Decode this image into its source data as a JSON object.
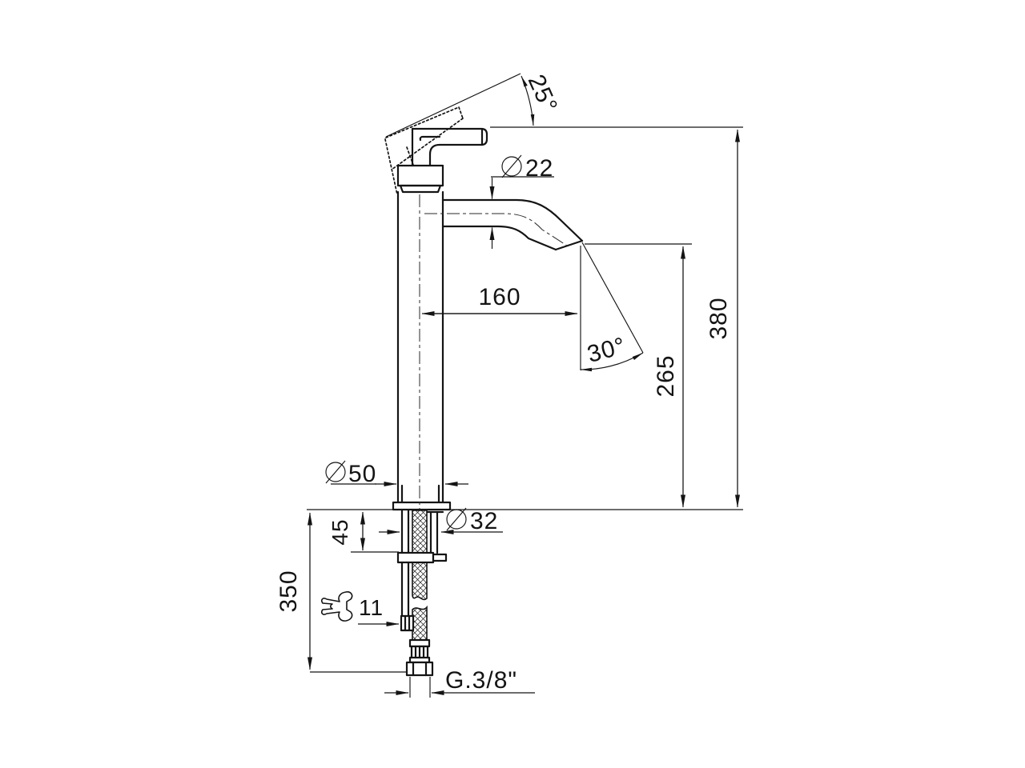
{
  "colors": {
    "line": "#141414",
    "background": "#ffffff"
  },
  "dimensions": {
    "handle_angle": "25°",
    "spout_diameter": {
      "symbol": "⌀",
      "value": "22"
    },
    "spout_reach": "160",
    "outlet_angle": "30°",
    "outlet_height": "265",
    "total_height": "380",
    "body_diameter": {
      "symbol": "⌀",
      "value": "50"
    },
    "shank_diameter": {
      "symbol": "⌀",
      "value": "32"
    },
    "deck_thickness": "45",
    "hose_length": "350",
    "wrench_size": "11",
    "thread": "G.3/8\""
  },
  "icons": {
    "wrench": "open-end-wrench",
    "diameter": "slashed-circle-diameter-symbol",
    "degree": "degree-circle"
  }
}
